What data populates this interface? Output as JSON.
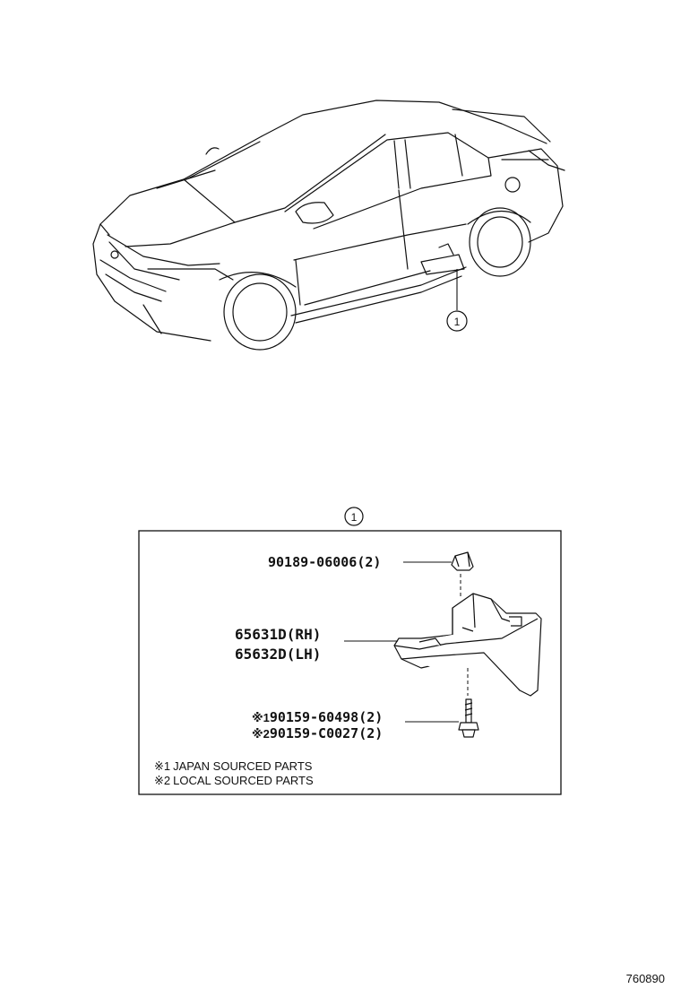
{
  "overview": {
    "callout_label": "1"
  },
  "detail": {
    "callout_label": "1",
    "parts": [
      {
        "number": "90189-06006",
        "qty": "(2)"
      },
      {
        "number": "65631D",
        "qty": "(RH)"
      },
      {
        "number": "65632D",
        "qty": "(LH)"
      },
      {
        "marker": "※1",
        "number": "90159-60498",
        "qty": "(2)"
      },
      {
        "marker": "※2",
        "number": "90159-C0027",
        "qty": "(2)"
      }
    ],
    "notes": [
      {
        "marker": "※1",
        "text": "JAPAN SOURCED PARTS"
      },
      {
        "marker": "※2",
        "text": "LOCAL SOURCED PARTS"
      }
    ]
  },
  "figure_number": "760890"
}
